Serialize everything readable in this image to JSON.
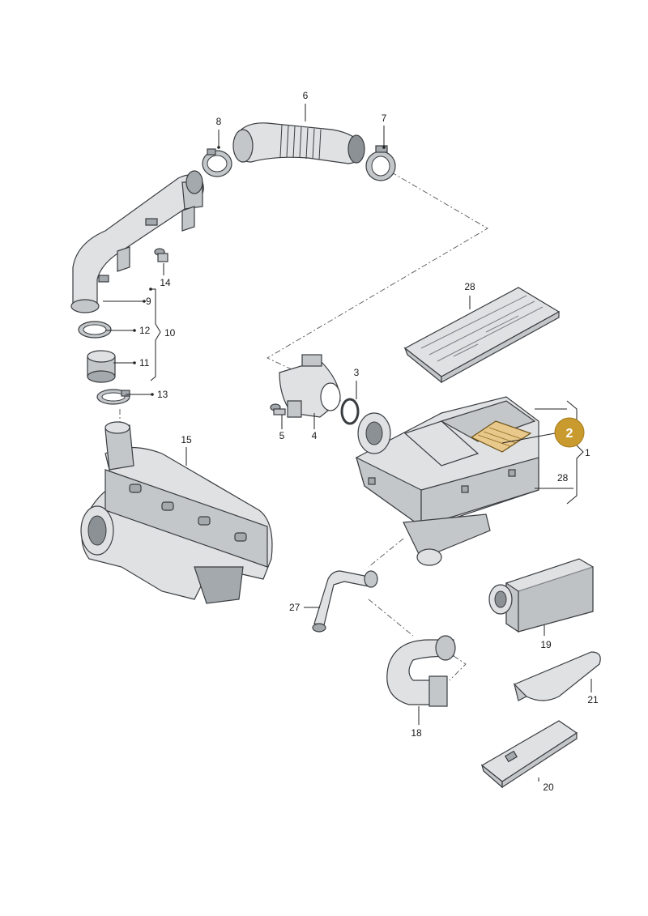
{
  "highlight_color": "#c99a2e",
  "filter_color": "#e9c98b",
  "badge": {
    "label": "2"
  },
  "labels": {
    "p1": "1",
    "p3": "3",
    "p4": "4",
    "p5": "5",
    "p6": "6",
    "p7": "7",
    "p8": "8",
    "p9": "9",
    "p10": "10",
    "p11": "11",
    "p12": "12",
    "p13": "13",
    "p14": "14",
    "p15": "15",
    "p18": "18",
    "p19": "19",
    "p20": "20",
    "p21": "21",
    "p27": "27",
    "p28a": "28",
    "p28b": "28"
  }
}
